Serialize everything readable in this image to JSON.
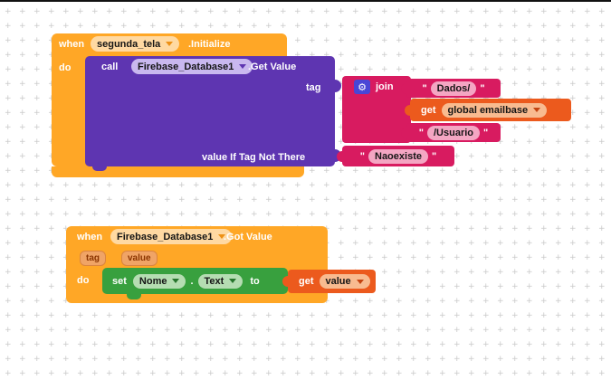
{
  "palette": {
    "event_orange": "#FFA726",
    "method_purple": "#5E35B1",
    "text_pink": "#D81B60",
    "variable_deep_orange": "#EC5A1D",
    "setter_green": "#38A03E",
    "mutator_blue": "#4946D6",
    "grid_cross_gray": "#C9C9C9"
  },
  "icons": {
    "mutator": "gear-icon",
    "dropdown": "chevron-down-icon"
  },
  "workspace": {
    "initialize_block": {
      "when_label": "when",
      "component": "segunda_tela",
      "event_label": ".Initialize",
      "do_label": "do",
      "call_block": {
        "call_label": "call",
        "component": "Firebase_Database1",
        "method_label": ".Get Value",
        "tag_label": "tag",
        "value_if_label": "value If Tag Not There",
        "join_block": {
          "label": "join",
          "item1": "Dados/",
          "item3": "/Usuario"
        },
        "get_emailbase": {
          "get_label": "get",
          "variable": "global emailbase"
        },
        "not_there_text": "Naoexiste"
      }
    },
    "got_value_block": {
      "when_label": "when",
      "component": "Firebase_Database1",
      "event_label": ".Got Value",
      "param_tag": "tag",
      "param_value": "value",
      "do_label": "do",
      "set_block": {
        "set_label": "set",
        "component": "Nome",
        "separator": ".",
        "property": "Text",
        "to_label": "to"
      },
      "get_value": {
        "get_label": "get",
        "variable": "value"
      }
    }
  }
}
